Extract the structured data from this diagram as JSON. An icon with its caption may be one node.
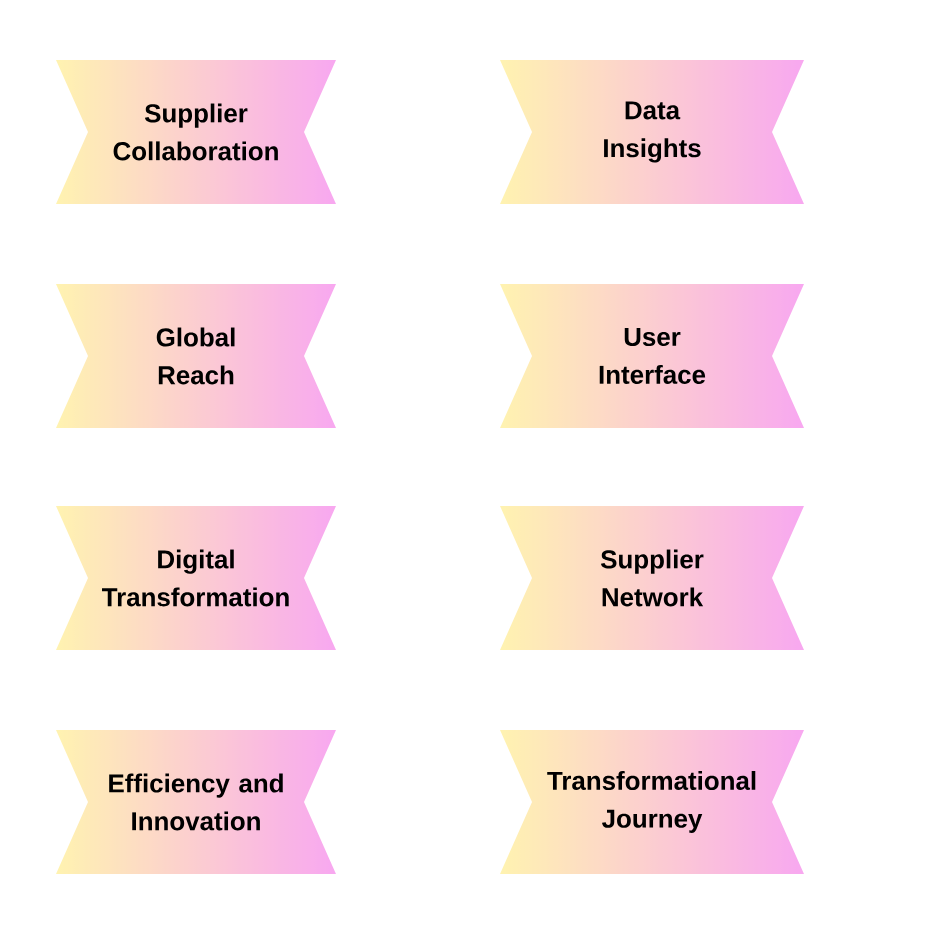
{
  "diagram": {
    "nodes": [
      {
        "text": [
          "Supplier Collaboration"
        ]
      },
      {
        "text": [
          "Data Insights"
        ]
      },
      {
        "text": [
          "Global Reach"
        ]
      },
      {
        "text": [
          "User Interface"
        ]
      },
      {
        "text": [
          "Digital Transformation"
        ]
      },
      {
        "text": [
          "Supplier Network"
        ]
      },
      {
        "text": [
          "Efficiency and Innovation"
        ]
      },
      {
        "text": [
          "Transformational Journey"
        ]
      }
    ]
  }
}
